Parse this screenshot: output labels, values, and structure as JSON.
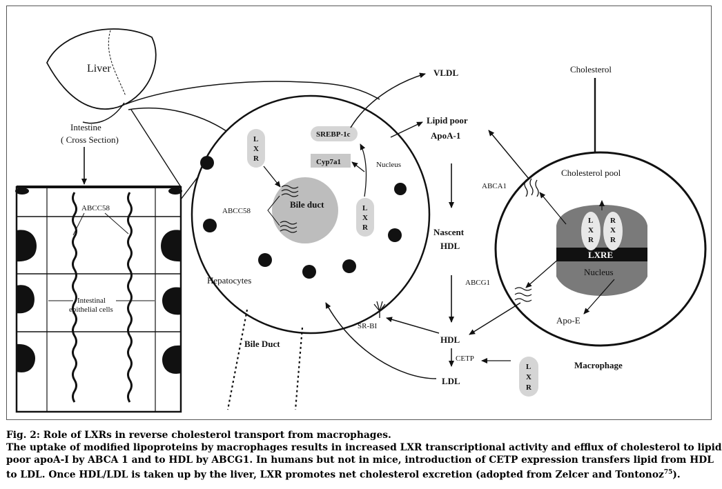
{
  "diagram": {
    "liver_label": "Liver",
    "intestine_label": "Intestine",
    "intestine_sub": "( Cross Section)",
    "abcc58_intestine": "ABCC58",
    "intestinal_cells_1": "Intestinal",
    "intestinal_cells_2": "epithelial cells",
    "lxr_hep_1": "L",
    "lxr_hep_2": "X",
    "lxr_hep_3": "R",
    "abcc58_hep": "ABCC58",
    "bile_duct_inner": "Bile duct",
    "srebp": "SREBP-1c",
    "cyp7a1": "Cyp7a1",
    "nucleus_hep": "Nucleus",
    "lxr_nuc_1": "L",
    "lxr_nuc_2": "X",
    "lxr_nuc_3": "R",
    "hepatocytes": "Hepatocytes",
    "bile_duct_outer": "Bile Duct",
    "sr_bi": "SR-BI",
    "vldl": "VLDL",
    "lipid_poor": "Lipid poor",
    "apoa1": "ApoA-1",
    "nascent": "Nascent",
    "hdl_nascent": "HDL",
    "hdl": "HDL",
    "cetp": "CETP",
    "ldl": "LDL",
    "lxr_cetp_1": "L",
    "lxr_cetp_2": "X",
    "lxr_cetp_3": "R",
    "cholesterol": "Cholesterol",
    "cholesterol_pool": "Cholesterol pool",
    "abca1": "ABCA1",
    "abcg1": "ABCG1",
    "lxr_mac_1": "L",
    "lxr_mac_2": "X",
    "lxr_mac_3": "R",
    "rxr_1": "R",
    "rxr_2": "X",
    "rxr_3": "R",
    "lxre": "LXRE",
    "nucleus_mac": "Nucleus",
    "apoe": "Apo-E",
    "macrophage": "Macrophage"
  },
  "caption": {
    "line1": "Fig. 2: Role of LXRs in reverse cholesterol transport from macrophages.",
    "line2": "The uptake of modified lipoproteins by macrophages results in increased LXR transcriptional activity and efflux of cholesterol to lipid",
    "line3": "poor apoA-I by ABCA 1 and to HDL by ABCG1. In humans but not in mice, introduction of CETP expression transfers lipid from HDL",
    "line4_main": "to LDL. Once HDL/LDL is taken up by the liver, LXR promotes net cholesterol excretion (adopted from Zelcer and Tontonoz",
    "line4_sup": "75",
    "line4_end": ")."
  }
}
